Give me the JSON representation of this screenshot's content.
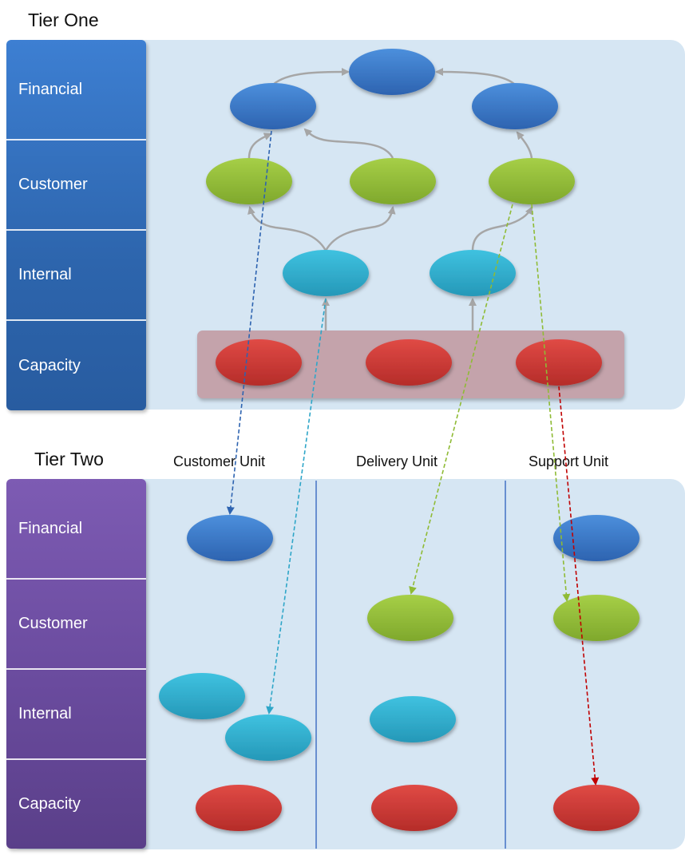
{
  "tier_one": {
    "title": "Tier One",
    "rows": [
      "Financial",
      "Customer",
      "Internal",
      "Capacity"
    ]
  },
  "tier_two": {
    "title": "Tier Two",
    "rows": [
      "Financial",
      "Customer",
      "Internal",
      "Capacity"
    ],
    "units": [
      "Customer Unit",
      "Delivery Unit",
      "Support Unit"
    ]
  },
  "colors": {
    "financial": "#3a78c9",
    "customer": "#8fbb35",
    "internal": "#2fb0cf",
    "capacity": "#cf3a37",
    "connector": "#a6a6a6",
    "panel": "#d6e6f3",
    "tier_one_sidebar": "#2f6cb8",
    "tier_two_sidebar": "#6b4ba0",
    "capacity_band": "#c4a3ab"
  }
}
